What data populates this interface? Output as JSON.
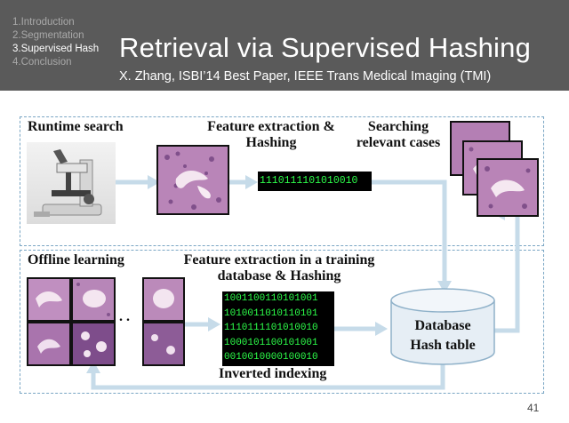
{
  "nav": {
    "items": [
      "1.Introduction",
      "2.Segmentation",
      "3.Supervised Hash",
      "4.Conclusion"
    ],
    "active_index": 2
  },
  "slide": {
    "title": "Retrieval via Supervised Hashing",
    "subtitle": "X. Zhang, ISBI’14 Best Paper, IEEE Trans Medical Imaging (TMI)",
    "page_number": "41"
  },
  "diagram": {
    "runtime_label": "Runtime search",
    "feature_label_line1": "Feature extraction &",
    "feature_label_line2": "Hashing",
    "searching_label_line1": "Searching",
    "searching_label_line2": "relevant cases",
    "runtime_code": "1110111101010010",
    "offline_label": "Offline learning",
    "training_label_line1": "Feature extraction in a training",
    "training_label_line2": "database & Hashing",
    "training_codes": [
      "1001100110101001",
      "1010011010110101",
      "1110111101010010",
      "1000101100101001",
      "0010010000100010"
    ],
    "ellipsis": ". .",
    "database_line1": "Database",
    "database_line2": "Hash table",
    "inverted_label": "Inverted indexing"
  },
  "colors": {
    "header_bg": "#5a5a5a",
    "panel_border": "#7aa6c4",
    "arrow": "#c6dbe9",
    "binary_text": "#2dff4a",
    "database_fill": "#e6eef5"
  }
}
